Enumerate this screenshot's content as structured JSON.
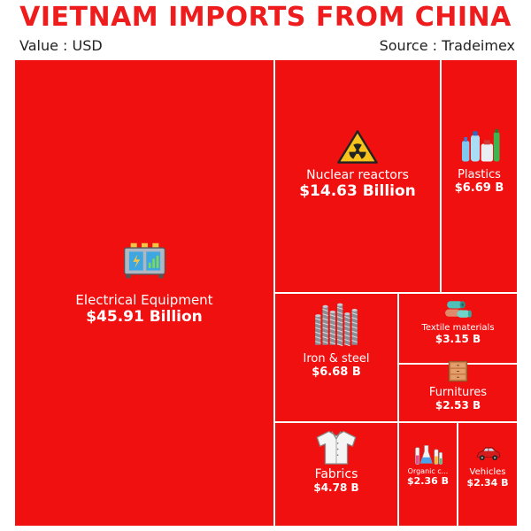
{
  "header": {
    "title": "VIETNAM IMPORTS FROM CHINA",
    "value_note": "Value : USD",
    "source_note": "Source : Tradeimex"
  },
  "colors": {
    "tile": "#f01010",
    "title": "#ee1c1c",
    "border": "#ffffff"
  },
  "chart_data": {
    "type": "treemap",
    "title": "VIETNAM IMPORTS FROM CHINA",
    "unit": "USD",
    "categories": [
      "Electrical Equipment",
      "Nuclear reactors",
      "Plastics",
      "Iron & steel",
      "Textile materials",
      "Furnitures",
      "Fabrics",
      "Organic c...",
      "Vehicles"
    ],
    "values": [
      45.91,
      14.63,
      6.69,
      6.68,
      3.15,
      2.53,
      4.78,
      2.36,
      2.34
    ],
    "value_labels": [
      "$45.91 Billion",
      "$14.63 Billion",
      "$6.69 B",
      "$6.68 B",
      "$3.15 B",
      "$2.53 B",
      "$4.78 B",
      "$2.36 B",
      "$2.34 B"
    ],
    "icons": [
      "battery-icon",
      "radiation-icon",
      "plastic-bottles-icon",
      "steel-bars-icon",
      "fabric-rolls-icon",
      "furniture-icon",
      "shirt-icon",
      "chemical-flasks-icon",
      "car-icon"
    ]
  }
}
